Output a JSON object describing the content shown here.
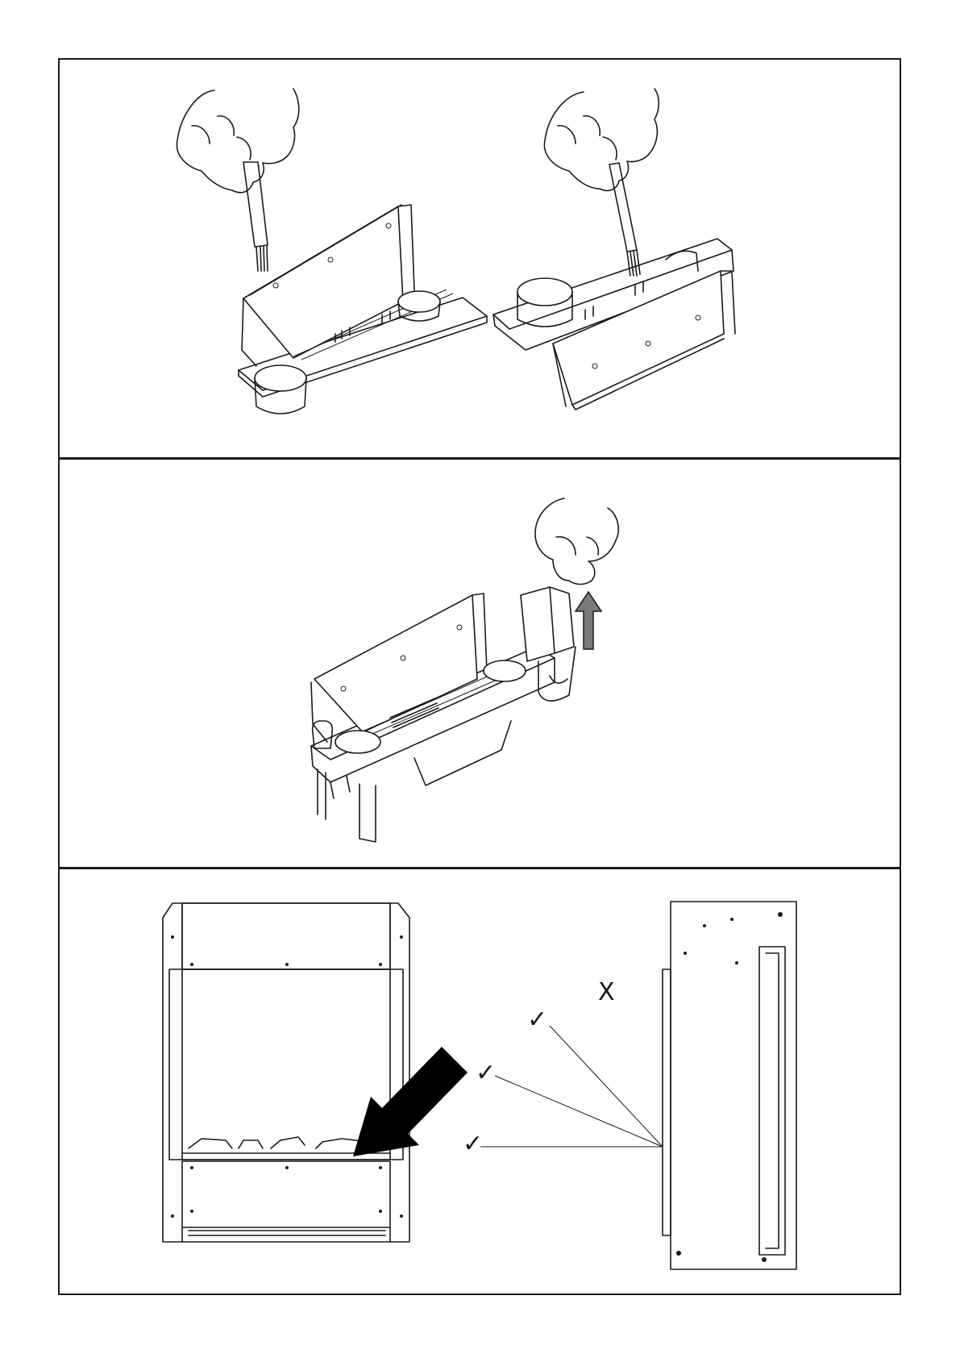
{
  "figure": {
    "panels": [
      {
        "id": "cleaning-with-brush",
        "illustrations": [
          "hand-brush-tray-front",
          "hand-brush-tray-rear"
        ]
      },
      {
        "id": "lift-out-water-container",
        "arrow_color": "#7a7a7a",
        "arrow_direction": "up"
      },
      {
        "id": "fire-front-and-side-view",
        "arrow_color": "#000000",
        "arrow_direction": "down-left"
      }
    ]
  },
  "side_view_marks": {
    "allowed": "✓",
    "not_allowed": "X",
    "angles": [
      "✓",
      "✓",
      "✓",
      "X"
    ]
  }
}
